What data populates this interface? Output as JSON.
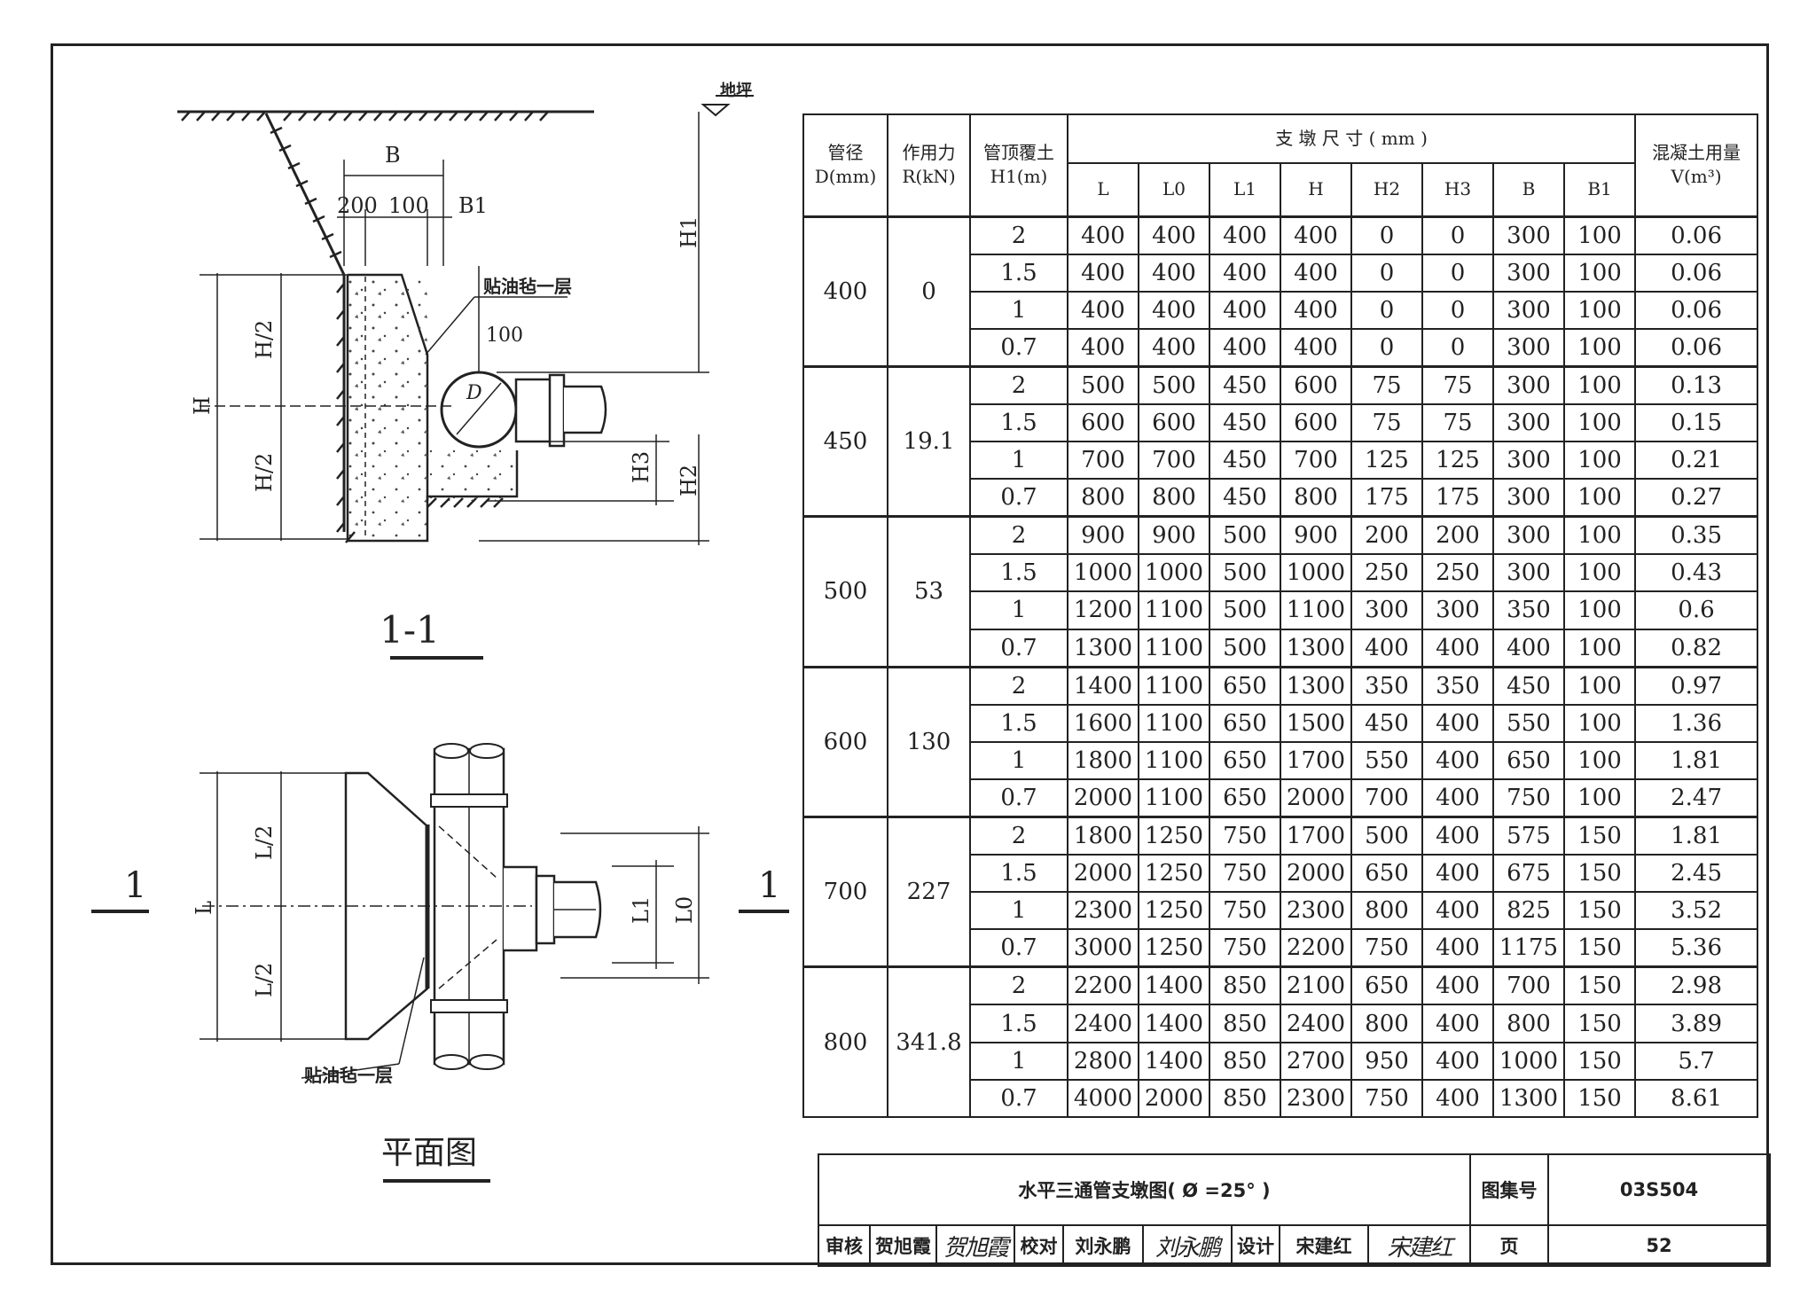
{
  "section_view": {
    "title": "1-1",
    "ground_label": "地坪",
    "felt_label": "贴油毡一层",
    "dim_B": "B",
    "dim_200": "200",
    "dim_100_top": "100",
    "dim_B1": "B1",
    "dim_H1": "H1",
    "dim_H": "H",
    "dim_H_half_top": "H/2",
    "dim_H_half_bottom": "H/2",
    "dim_100_pipe": "100",
    "dim_D": "D",
    "dim_H3": "H3",
    "dim_H2": "H2"
  },
  "plan_view": {
    "title": "平面图",
    "felt_label": "贴油毡一层",
    "dim_L": "L",
    "dim_L_half_top": "L/2",
    "dim_L_half_bottom": "L/2",
    "dim_L1": "L1",
    "dim_L0": "L0",
    "section_mark_left": "1",
    "section_mark_right": "1"
  },
  "table": {
    "headers": {
      "d_line1": "管径",
      "d_line2": "D(mm)",
      "r_line1": "作用力",
      "r_line2": "R(kN)",
      "h1_line1": "管顶覆土",
      "h1_line2": "H1(m)",
      "group": "支 墩 尺 寸 ( mm )",
      "cols": [
        "L",
        "L0",
        "L1",
        "H",
        "H2",
        "H3",
        "B",
        "B1"
      ],
      "v_line1": "混凝土用量",
      "v_line2": "V(m³)"
    },
    "groups": [
      {
        "d": "400",
        "r": "0",
        "rows": [
          [
            "2",
            "400",
            "400",
            "400",
            "400",
            "0",
            "0",
            "300",
            "100",
            "0.06"
          ],
          [
            "1.5",
            "400",
            "400",
            "400",
            "400",
            "0",
            "0",
            "300",
            "100",
            "0.06"
          ],
          [
            "1",
            "400",
            "400",
            "400",
            "400",
            "0",
            "0",
            "300",
            "100",
            "0.06"
          ],
          [
            "0.7",
            "400",
            "400",
            "400",
            "400",
            "0",
            "0",
            "300",
            "100",
            "0.06"
          ]
        ]
      },
      {
        "d": "450",
        "r": "19.1",
        "rows": [
          [
            "2",
            "500",
            "500",
            "450",
            "600",
            "75",
            "75",
            "300",
            "100",
            "0.13"
          ],
          [
            "1.5",
            "600",
            "600",
            "450",
            "600",
            "75",
            "75",
            "300",
            "100",
            "0.15"
          ],
          [
            "1",
            "700",
            "700",
            "450",
            "700",
            "125",
            "125",
            "300",
            "100",
            "0.21"
          ],
          [
            "0.7",
            "800",
            "800",
            "450",
            "800",
            "175",
            "175",
            "300",
            "100",
            "0.27"
          ]
        ]
      },
      {
        "d": "500",
        "r": "53",
        "rows": [
          [
            "2",
            "900",
            "900",
            "500",
            "900",
            "200",
            "200",
            "300",
            "100",
            "0.35"
          ],
          [
            "1.5",
            "1000",
            "1000",
            "500",
            "1000",
            "250",
            "250",
            "300",
            "100",
            "0.43"
          ],
          [
            "1",
            "1200",
            "1100",
            "500",
            "1100",
            "300",
            "300",
            "350",
            "100",
            "0.6"
          ],
          [
            "0.7",
            "1300",
            "1100",
            "500",
            "1300",
            "400",
            "400",
            "400",
            "100",
            "0.82"
          ]
        ]
      },
      {
        "d": "600",
        "r": "130",
        "rows": [
          [
            "2",
            "1400",
            "1100",
            "650",
            "1300",
            "350",
            "350",
            "450",
            "100",
            "0.97"
          ],
          [
            "1.5",
            "1600",
            "1100",
            "650",
            "1500",
            "450",
            "400",
            "550",
            "100",
            "1.36"
          ],
          [
            "1",
            "1800",
            "1100",
            "650",
            "1700",
            "550",
            "400",
            "650",
            "100",
            "1.81"
          ],
          [
            "0.7",
            "2000",
            "1100",
            "650",
            "2000",
            "700",
            "400",
            "750",
            "100",
            "2.47"
          ]
        ]
      },
      {
        "d": "700",
        "r": "227",
        "rows": [
          [
            "2",
            "1800",
            "1250",
            "750",
            "1700",
            "500",
            "400",
            "575",
            "150",
            "1.81"
          ],
          [
            "1.5",
            "2000",
            "1250",
            "750",
            "2000",
            "650",
            "400",
            "675",
            "150",
            "2.45"
          ],
          [
            "1",
            "2300",
            "1250",
            "750",
            "2300",
            "800",
            "400",
            "825",
            "150",
            "3.52"
          ],
          [
            "0.7",
            "3000",
            "1250",
            "750",
            "2200",
            "750",
            "400",
            "1175",
            "150",
            "5.36"
          ]
        ]
      },
      {
        "d": "800",
        "r": "341.8",
        "rows": [
          [
            "2",
            "2200",
            "1400",
            "850",
            "2100",
            "650",
            "400",
            "700",
            "150",
            "2.98"
          ],
          [
            "1.5",
            "2400",
            "1400",
            "850",
            "2400",
            "800",
            "400",
            "800",
            "150",
            "3.89"
          ],
          [
            "1",
            "2800",
            "1400",
            "850",
            "2700",
            "950",
            "400",
            "1000",
            "150",
            "5.7"
          ],
          [
            "0.7",
            "4000",
            "2000",
            "850",
            "2300",
            "750",
            "400",
            "1300",
            "150",
            "8.61"
          ]
        ]
      }
    ]
  },
  "title_block": {
    "drawing_title": "水平三通管支墩图( Ø =25° )",
    "atlas_label": "图集号",
    "atlas_no": "03S504",
    "review_label": "审核",
    "review_name": "贺旭霞",
    "review_sig": "贺旭霞",
    "check_label": "校对",
    "check_name": "刘永鹏",
    "check_sig": "刘永鹏",
    "design_label": "设计",
    "design_name": "宋建红",
    "design_sig": "宋建红",
    "page_label": "页",
    "page_no": "52"
  }
}
